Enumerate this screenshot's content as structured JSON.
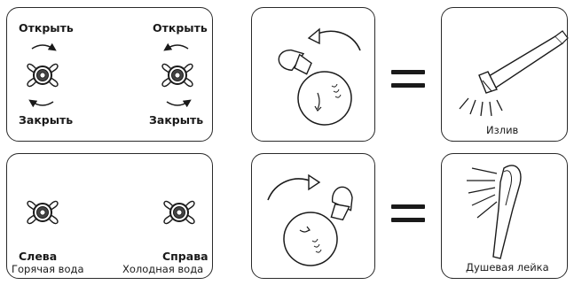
{
  "handles_panel": {
    "open_label": "Открыть",
    "close_label": "Закрыть"
  },
  "sides_panel": {
    "left_label": "Слева",
    "left_desc": "Горячая вода",
    "right_label": "Справа",
    "right_desc": "Холодная вода"
  },
  "results": {
    "spout_label": "Излив",
    "shower_label": "Душевая лейка"
  },
  "icons": [
    "cross-handle-icon",
    "rotate-arrow-icon",
    "diverter-knob-icon",
    "equals-icon",
    "spout-icon",
    "hand-shower-icon"
  ]
}
